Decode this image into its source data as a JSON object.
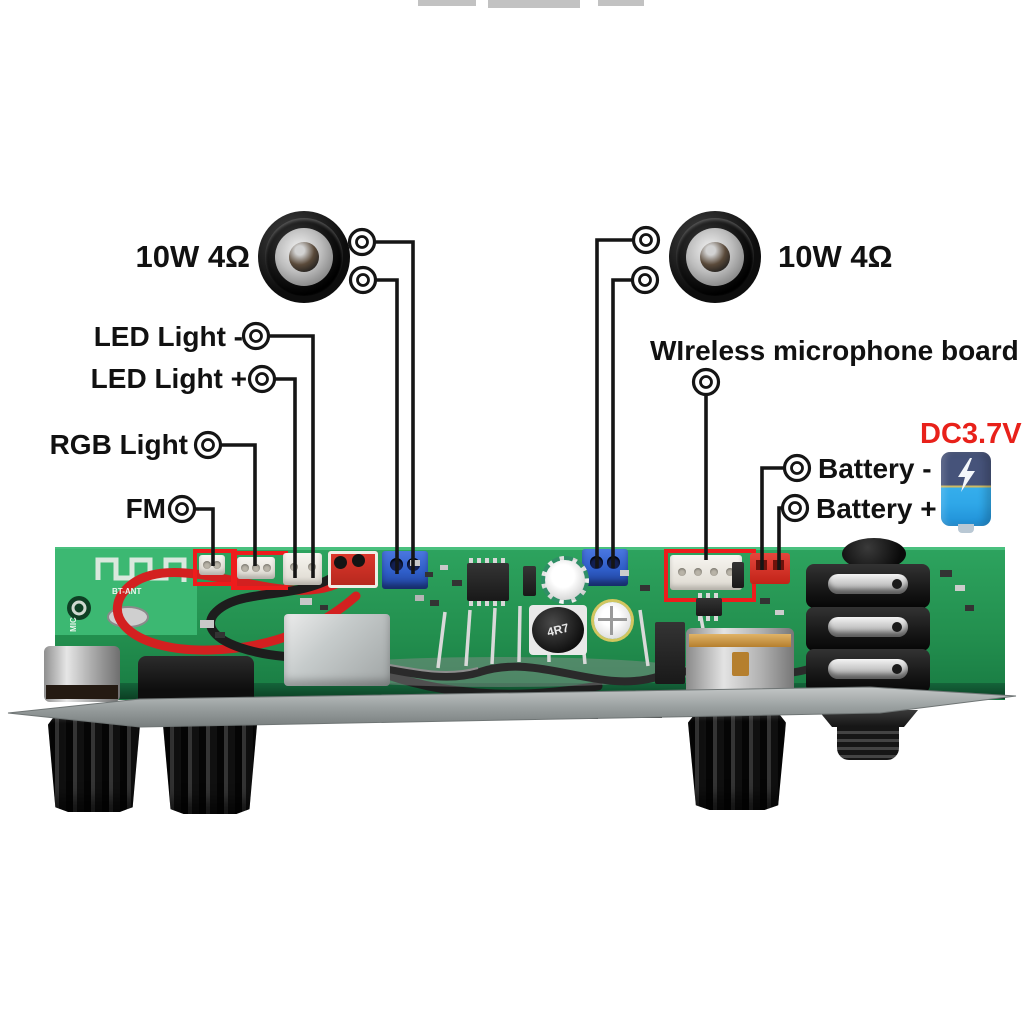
{
  "annotations": {
    "speaker_left_label": "10W 4Ω",
    "speaker_right_label": "10W 4Ω",
    "led_minus_label": "LED Light -",
    "led_plus_label": "LED Light +",
    "rgb_label": "RGB Light",
    "fm_label": "FM",
    "wireless_mic_label": "WIreless microphone board",
    "battery_minus_label": "Battery -",
    "battery_plus_label": "Battery +",
    "dc_label": "DC3.7V"
  },
  "board_silkscreen": {
    "bt_ant": "BT-ANT",
    "mic": "MIC",
    "inductor_value": "4R7"
  },
  "colors": {
    "annotation_line": "#151515",
    "annotation_red_text": "#e8211a",
    "highlight_box_red": "#ee1c1c",
    "pcb_green": "#27a05b",
    "terminal_blue": "#2f5ec9",
    "battery_navy": "#46537a",
    "battery_blue": "#2fa7e8"
  }
}
